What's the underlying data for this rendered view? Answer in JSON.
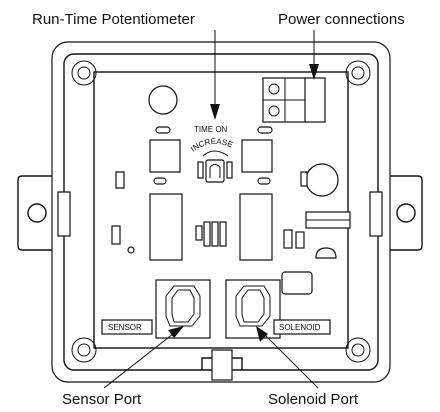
{
  "labels": {
    "run_time_potentiometer": "Run-Time Potentiometer",
    "power_connections": "Power connections",
    "sensor_port": "Sensor Port",
    "solenoid_port": "Solenoid Port",
    "time_on": "TIME ON",
    "increase": "INCREASE",
    "sensor_tag": "SENSOR",
    "solenoid_tag": "SOLENOID"
  }
}
